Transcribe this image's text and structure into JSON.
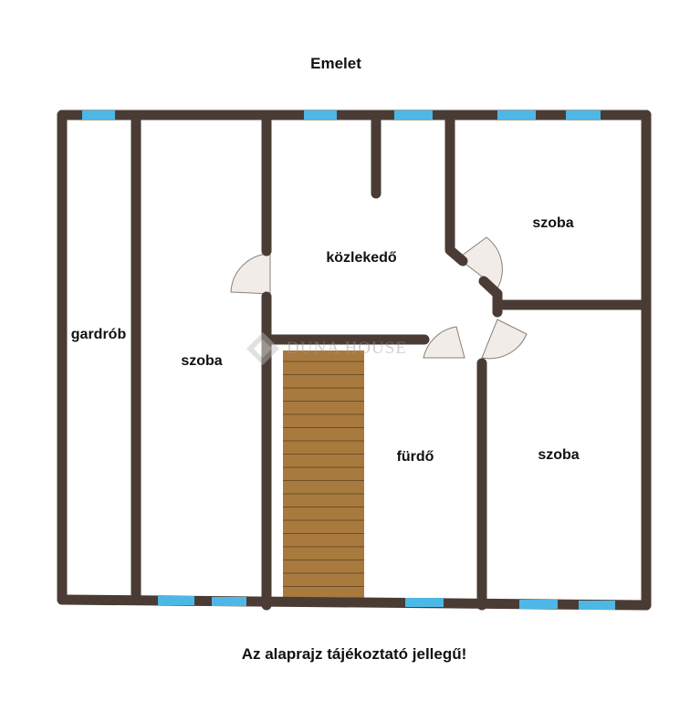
{
  "title": "Emelet",
  "footer_note": "Az alaprajz tájékoztató jellegű!",
  "watermark": "DUNA HOUSE",
  "rooms": {
    "gardrob": "gardrób",
    "szoba_left": "szoba",
    "kozlekedo": "közlekedő",
    "szoba_top_right": "szoba",
    "furdo": "fürdő",
    "szoba_bottom_right": "szoba"
  },
  "colors": {
    "wall": "#4a3c34",
    "window": "#4db8e6",
    "stairs": "#a87a3e",
    "door": "#f1ece7"
  }
}
